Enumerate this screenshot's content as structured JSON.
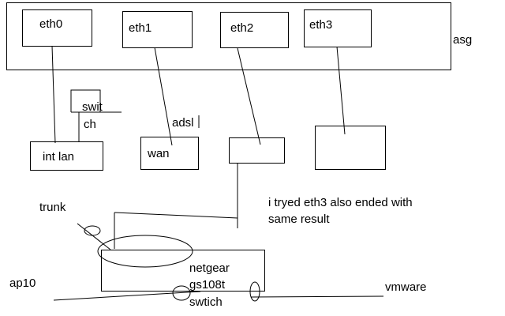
{
  "labels": {
    "asg": "asg",
    "eth0": "eth0",
    "eth1": "eth1",
    "eth2": "eth2",
    "eth3": "eth3",
    "switch_line1": "swit",
    "switch_line2": "ch",
    "int_lan": "int lan",
    "adsl": "adsl",
    "wan": "wan",
    "trunk": "trunk",
    "note_line1": "i tryed eth3 also ended with",
    "note_line2": "same result",
    "netgear_line1": "netgear",
    "netgear_line2": "gs108t",
    "netgear_line3": "swtich",
    "ap10": "ap10",
    "vmware": "vmware"
  }
}
